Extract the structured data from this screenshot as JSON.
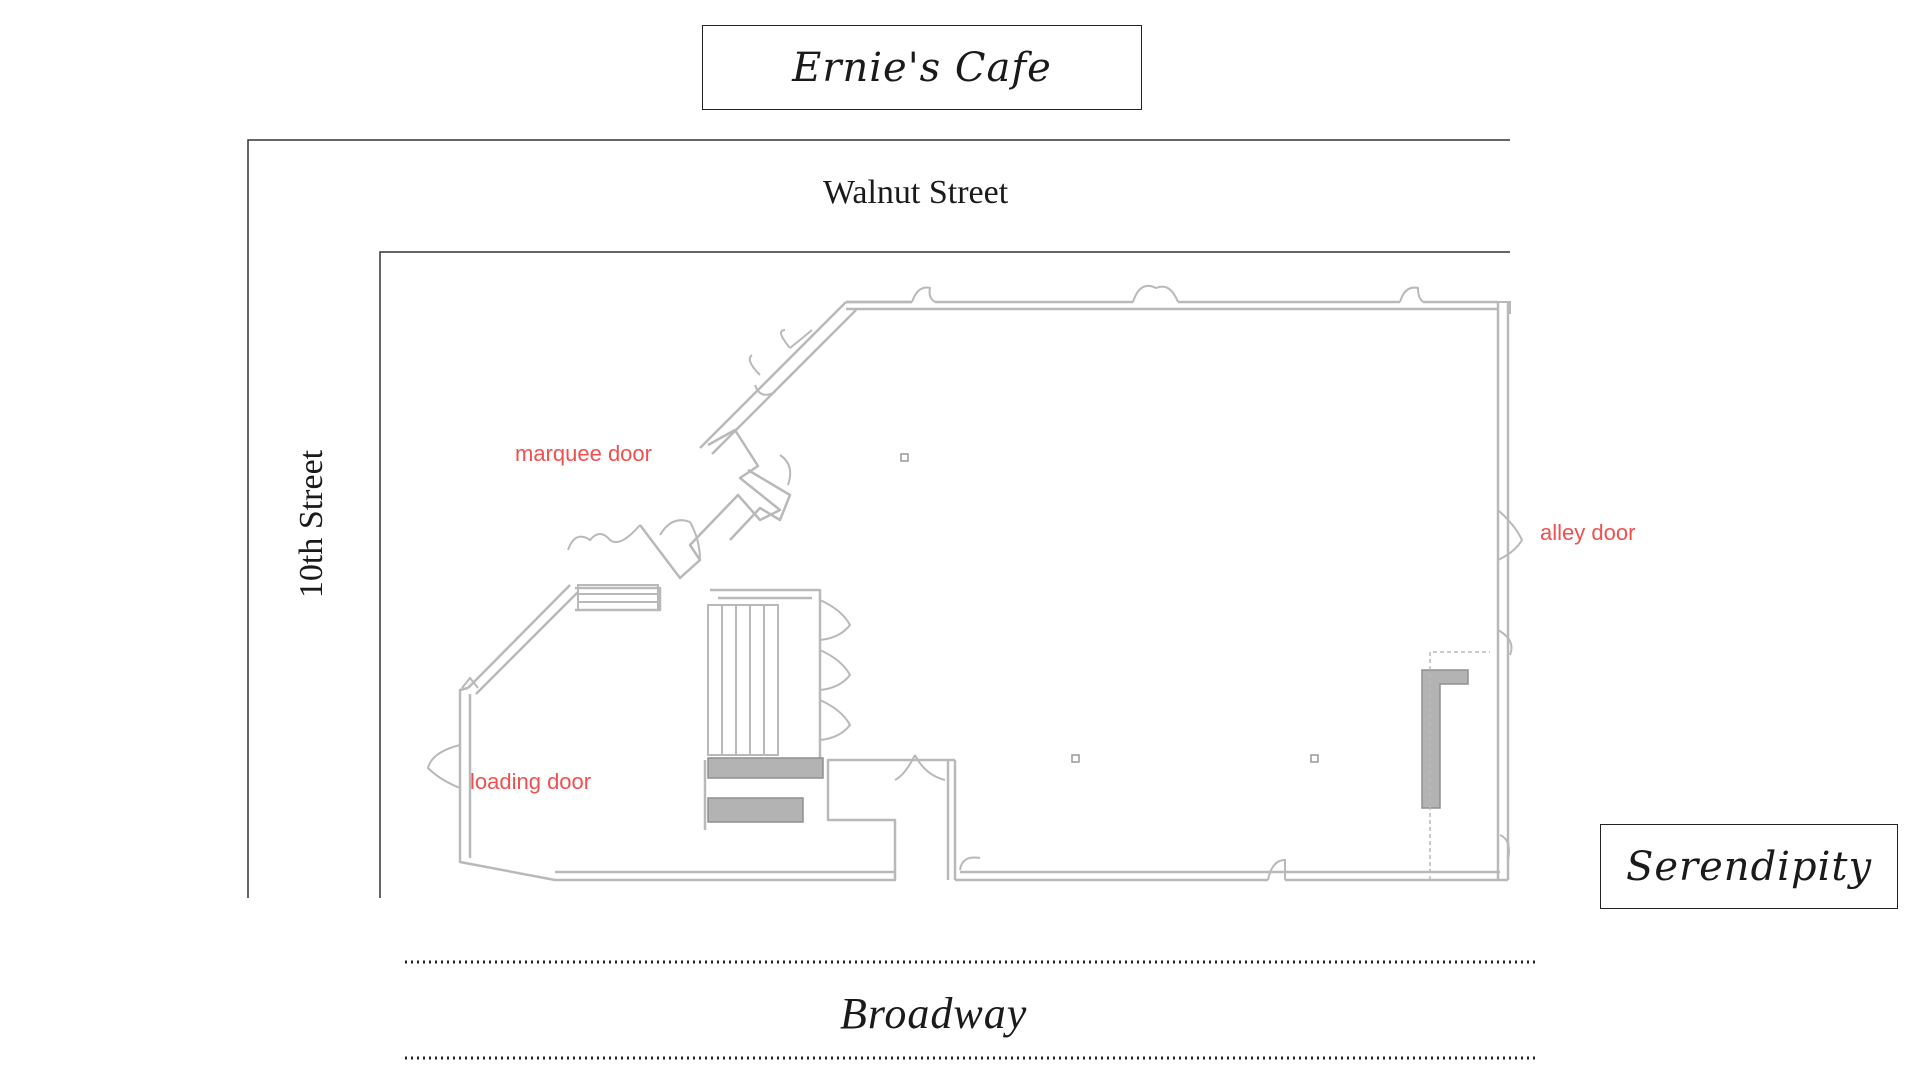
{
  "labels": {
    "ernies_cafe": "Ernie's Cafe",
    "serendipity": "Serendipity",
    "broadway": "Broadway"
  },
  "streets": {
    "walnut": "Walnut Street",
    "tenth": "10th Street"
  },
  "doors": {
    "marquee": "marquee door",
    "alley": "alley door",
    "loading": "loading door"
  },
  "colors": {
    "door_label": "#f0504f",
    "wall": "#b9b9b9",
    "fixture": "#b3b3b3",
    "street_line": "#333333"
  }
}
